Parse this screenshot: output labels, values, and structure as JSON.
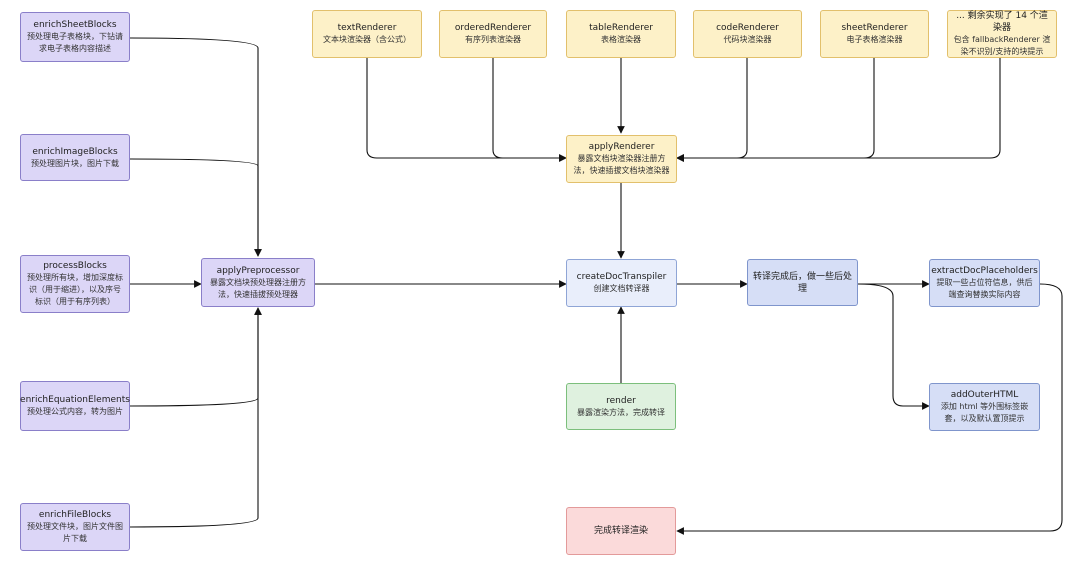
{
  "nodes": {
    "enrichSheetBlocks": {
      "title": "enrichSheetBlocks",
      "desc": "预处理电子表格块，下钻请求电子表格内容描述"
    },
    "enrichImageBlocks": {
      "title": "enrichImageBlocks",
      "desc": "预处理图片块，图片下载"
    },
    "processBlocks": {
      "title": "processBlocks",
      "desc": "预处理所有块，增加深度标识（用于缩进），以及序号标识（用于有序列表）"
    },
    "enrichEquationElements": {
      "title": "enrichEquationElements",
      "desc": "预处理公式内容，转为图片"
    },
    "enrichFileBlocks": {
      "title": "enrichFileBlocks",
      "desc": "预处理文件块，图片文件图片下载"
    },
    "applyPreprocessor": {
      "title": "applyPreprocessor",
      "desc": "暴露文档块预处理器注册方法，快速插拔预处理器"
    },
    "textRenderer": {
      "title": "textRenderer",
      "desc": "文本块渲染器（含公式）"
    },
    "orderedRenderer": {
      "title": "orderedRenderer",
      "desc": "有序列表渲染器"
    },
    "tableRenderer": {
      "title": "tableRenderer",
      "desc": "表格渲染器"
    },
    "codeRenderer": {
      "title": "codeRenderer",
      "desc": "代码块渲染器"
    },
    "sheetRenderer": {
      "title": "sheetRenderer",
      "desc": "电子表格渲染器"
    },
    "moreRenderers": {
      "title": "... 剩余实现了 14 个渲染器",
      "desc": "包含 fallbackRenderer 渲染不识别/支持的块提示"
    },
    "applyRenderer": {
      "title": "applyRenderer",
      "desc": "暴露文档块渲染器注册方法，快速插拔文档块渲染器"
    },
    "createDocTranspiler": {
      "title": "createDocTranspiler",
      "desc": "创建文档转译器"
    },
    "render": {
      "title": "render",
      "desc": "暴露渲染方法，完成转译"
    },
    "postProcess": {
      "title": "转译完成后，做一些后处理",
      "desc": ""
    },
    "extractDocPlaceholders": {
      "title": "extractDocPlaceholders",
      "desc": "提取一些占位符信息，供后端查询替换实际内容"
    },
    "addOuterHTML": {
      "title": "addOuterHTML",
      "desc": "添加 html 等外围标签嵌套，以及默认置顶提示"
    },
    "done": {
      "title": "完成转译渲染",
      "desc": ""
    }
  },
  "colors": {
    "preprocess": "#dcd6f7",
    "renderer": "#fdf1c8",
    "transpiler": "#e9eefb",
    "postprocess": "#d6def6",
    "render": "#dff1df",
    "done": "#fbdada",
    "edge": "#111111"
  }
}
